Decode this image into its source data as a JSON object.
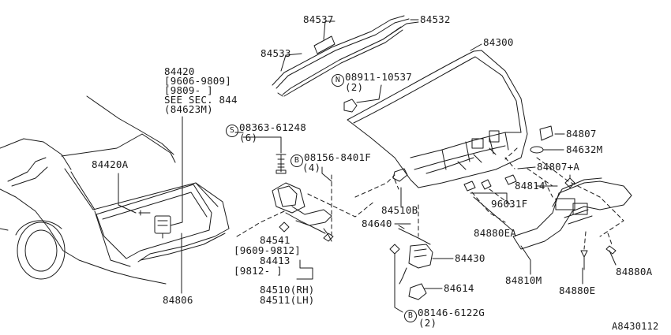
{
  "diagram_code": "A8430112",
  "labels": {
    "p84537": "84537",
    "p84532": "84532",
    "p84533": "84533",
    "p84300": "84300",
    "p08911": "08911-10537",
    "p08911_qty": "(2)",
    "p08911_prefix": "N",
    "p84420": "84420",
    "p84420_r1": "[9606-9809]",
    "p84420_r2": "[9809-     ]",
    "p84420_see": "SEE SEC. 844",
    "p84420_ref": "(84623M)",
    "p08363": "08363-61248",
    "p08363_qty": "(6)",
    "p08363_prefix": "S",
    "p08156": "08156-8401F",
    "p08156_qty": "(4)",
    "p08156_prefix": "B",
    "p84420A": "84420A",
    "p84807": "84807",
    "p84632M": "84632M",
    "p84807A": "84807+A",
    "p84814": "84814",
    "p96031F": "96031F",
    "p84510B": "84510B",
    "p84640": "84640",
    "p84880EA": "84880EA",
    "p84541": "84541",
    "p84541_r1": "[9609-9812]",
    "p84413": "84413",
    "p84413_r1": "[9812-     ]",
    "p84430": "84430",
    "p84810M": "84810M",
    "p84880E": "84880E",
    "p84880A": "84880A",
    "p84614": "84614",
    "p84510": "84510(RH)",
    "p84511": "84511(LH)",
    "p84806": "84806",
    "p08146": "08146-6122G",
    "p08146_qty": "(2)",
    "p08146_prefix": "B"
  }
}
